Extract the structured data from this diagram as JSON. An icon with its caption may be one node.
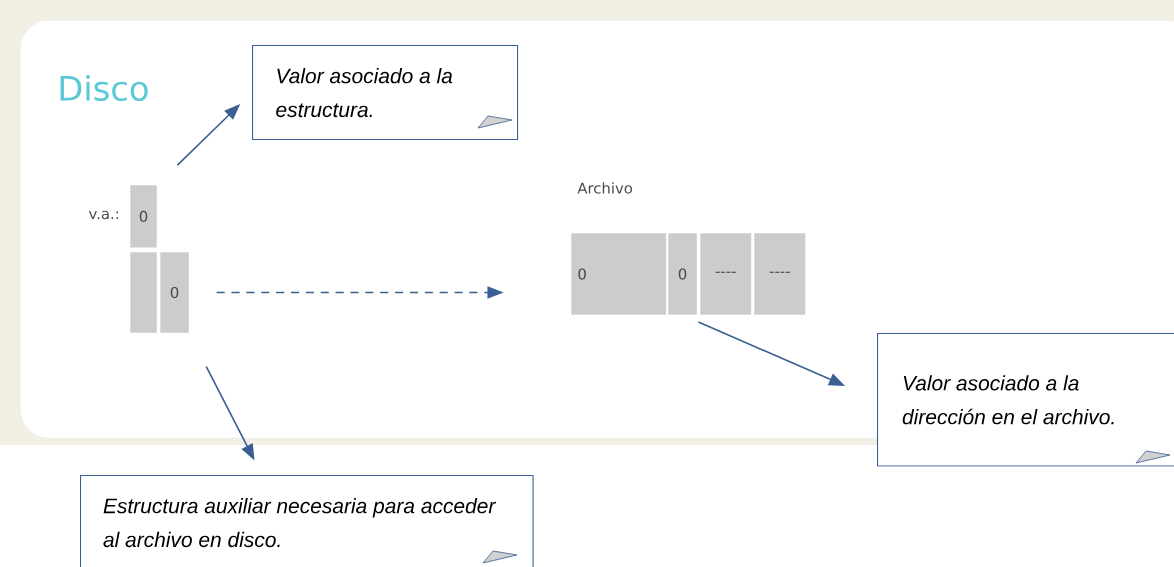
{
  "diagram": {
    "nodes": [
      {
        "text": [
          "Disco"
        ]
      },
      {
        "text": [
          "0"
        ],
        "in": 0,
        "beside": [
          "v.a.:"
        ]
      },
      {
        "text": [],
        "shape": "box",
        "in": 0
      },
      {
        "text": [
          "0"
        ],
        "in": 0
      },
      {
        "text": [
          "0"
        ],
        "in": 0
      },
      {
        "text": [
          "0"
        ],
        "in": 0
      },
      {
        "text": [
          "----"
        ],
        "in": 0
      },
      {
        "text": [
          "----"
        ],
        "in": 0
      },
      {
        "text": [
          "Valor asociado a la estructura."
        ],
        "in": 0
      },
      {
        "text": [
          "Valor asociado a la dirección en el archivo."
        ]
      },
      {
        "text": [
          "Estructura auxiliar necesaria para acceder al archivo en disco."
        ]
      }
    ],
    "edges": [
      {
        "from": 1,
        "to": 8,
        "arrow": "to"
      },
      {
        "from": 3,
        "to": 4,
        "arrow": "to",
        "style": "dashed"
      },
      {
        "from": 5,
        "to": 9,
        "arrow": "to"
      },
      {
        "from": 3,
        "to": 10,
        "arrow": "to"
      }
    ],
    "labels": [
      "Archivo"
    ]
  }
}
